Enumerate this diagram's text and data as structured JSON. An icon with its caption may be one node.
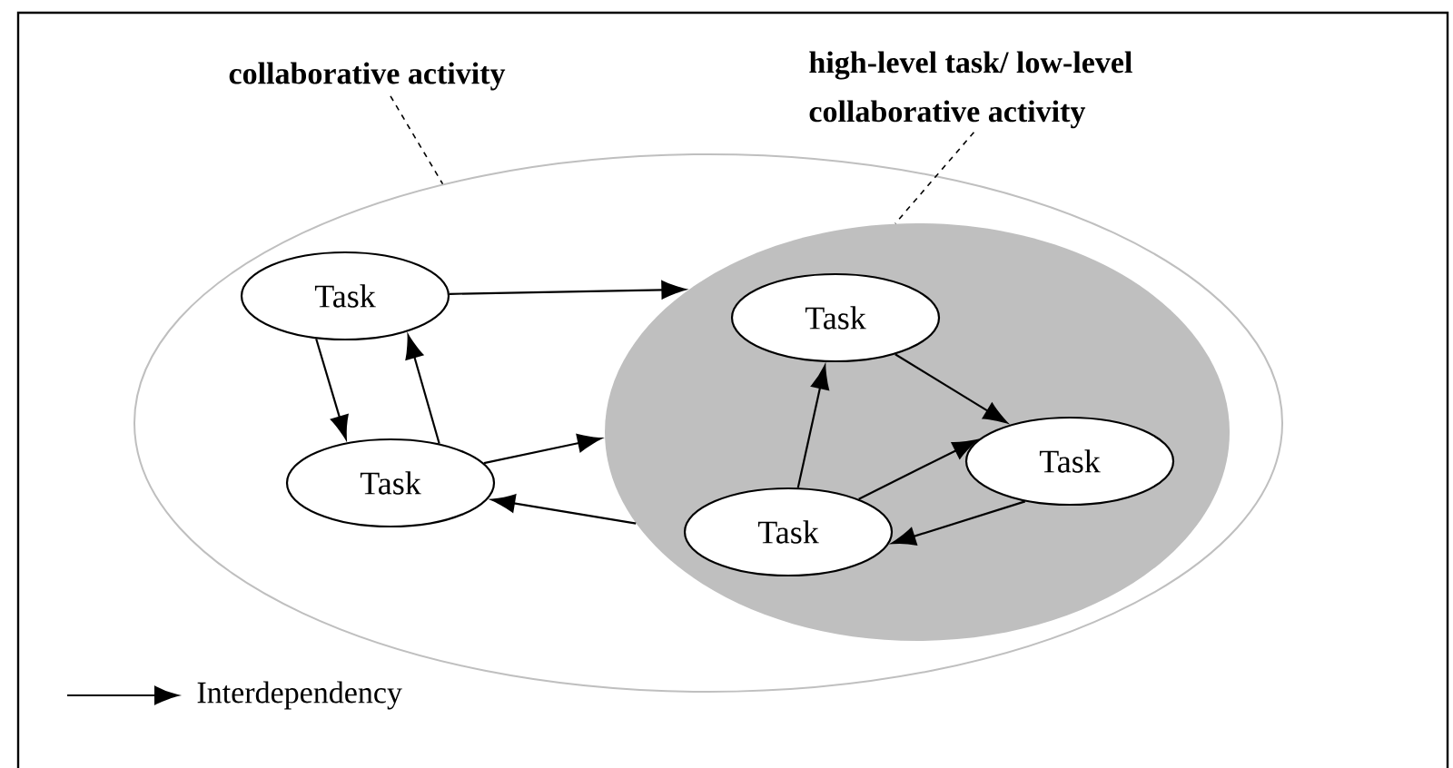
{
  "diagram": {
    "nodes": [
      {
        "text": [
          "collaborative activity"
        ]
      },
      {
        "text": [
          "high-level task/ low-level collaborative activity"
        ]
      },
      {
        "text": [],
        "shape": "ellipse"
      },
      {
        "text": [],
        "shape": "ellipse",
        "in": 2
      },
      {
        "text": [
          "Task"
        ],
        "in": 2
      },
      {
        "text": [
          "Task"
        ],
        "in": 2
      },
      {
        "text": [
          "Task"
        ],
        "in": 3
      },
      {
        "text": [
          "Task"
        ],
        "in": 3
      },
      {
        "text": [
          "Task"
        ],
        "in": 3
      }
    ],
    "edges": [
      {
        "from": 0,
        "to": 2,
        "arrow": "none",
        "style": "dashed"
      },
      {
        "from": 1,
        "to": 3,
        "arrow": "none",
        "style": "dashed"
      },
      {
        "from": 4,
        "to": 5,
        "arrow": "to"
      },
      {
        "from": 5,
        "to": 4,
        "arrow": "to"
      },
      {
        "from": 4,
        "to": 3,
        "arrow": "to"
      },
      {
        "from": 5,
        "to": 3,
        "arrow": "to"
      },
      {
        "from": 3,
        "to": 5,
        "arrow": "to"
      },
      {
        "from": 6,
        "to": 7,
        "arrow": "to"
      },
      {
        "from": 8,
        "to": 6,
        "arrow": "to"
      },
      {
        "from": 8,
        "to": 7,
        "arrow": "to"
      },
      {
        "from": 7,
        "to": 8,
        "arrow": "to"
      }
    ],
    "legend": [
      {
        "text": "Interdependency"
      }
    ]
  }
}
